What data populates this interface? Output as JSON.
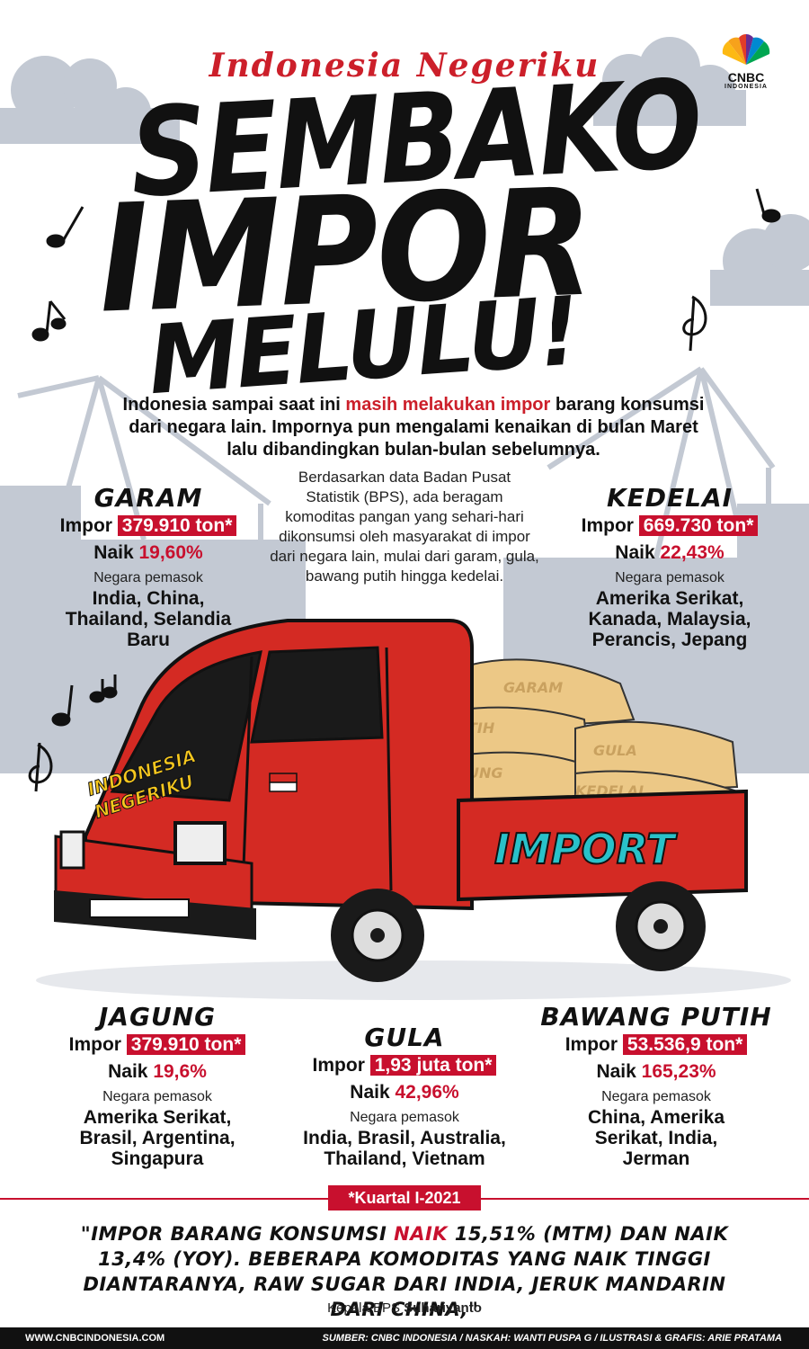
{
  "header": {
    "tagline": "Indonesia Negeriku",
    "logo_text": "CNBC",
    "logo_sub": "INDONESIA",
    "headline": [
      "SEMBAKO",
      "IMPOR",
      "MELULU!"
    ]
  },
  "intro": {
    "part1": "Indonesia sampai saat ini ",
    "highlight": "masih melakukan impor",
    "part2": " barang konsumsi dari negara lain. Impornya pun mengalami kenaikan di bulan Maret lalu dibandingkan bulan-bulan sebelumnya."
  },
  "center_text": "Berdasarkan data Badan Pusat Statistik (BPS), ada beragam komoditas pangan yang sehari-hari dikonsumsi oleh masyarakat di impor dari negara lain, mulai dari garam, gula, bawang putih hingga kedelai.",
  "illustration": {
    "truck_door": [
      "INDONESIA",
      "NEGERIKU"
    ],
    "truck_side": "IMPORT",
    "sacks": [
      "GARAM",
      "GULA",
      "KEDELAI",
      "TIH",
      "UNG"
    ]
  },
  "labels": {
    "impor": "Impor",
    "naik": "Naik",
    "negara": "Negara pemasok"
  },
  "commodities": {
    "garam": {
      "name": "GARAM",
      "impor": "379.910 ton*",
      "naik": "19,60%",
      "countries": [
        "India, China,",
        "Thailand, Selandia",
        "Baru"
      ]
    },
    "kedelai": {
      "name": "KEDELAI",
      "impor": "669.730 ton*",
      "naik": "22,43%",
      "countries": [
        "Amerika Serikat,",
        "Kanada, Malaysia,",
        "Perancis, Jepang"
      ]
    },
    "jagung": {
      "name": "JAGUNG",
      "impor": "379.910 ton*",
      "naik": "19,6%",
      "countries": [
        "Amerika Serikat,",
        "Brasil, Argentina,",
        "Singapura"
      ]
    },
    "gula": {
      "name": "GULA",
      "impor": "1,93 juta ton*",
      "naik": "42,96%",
      "countries": [
        "India, Brasil, Australia,",
        "Thailand, Vietnam"
      ]
    },
    "bawang": {
      "name": "BAWANG PUTIH",
      "impor": "53.536,9 ton*",
      "naik": "165,23%",
      "countries": [
        "China, Amerika",
        "Serikat, India,",
        "Jerman"
      ]
    }
  },
  "kuartal": "*Kuartal I-2021",
  "quote": {
    "part1": "\"IMPOR BARANG KONSUMSI ",
    "highlight": "NAIK",
    "part2": " 15,51% (MTM) DAN NAIK 13,4% (YOY). BEBERAPA KOMODITAS YANG NAIK TINGGI DIANTARANYA, RAW SUGAR DARI INDIA, JERUK MANDARIN DARI CHINA,\""
  },
  "attribution": {
    "role": "Kepala BPS ",
    "name": "Suhariyanto"
  },
  "footer": {
    "url": "WWW.CNBCINDONESIA.COM",
    "credit": "SUMBER: CNBC INDONESIA / NASKAH: WANTI PUSPA G / ILUSTRASI & GRAFIS: ARIE PRATAMA"
  },
  "colors": {
    "accent_red": "#c8102e",
    "truck_red": "#d42a23",
    "background_gray": "#c3c9d3",
    "sack_yellow": "#ecc886"
  }
}
